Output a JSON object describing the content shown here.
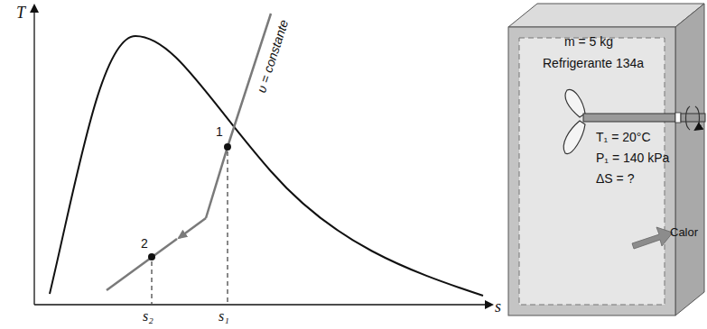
{
  "diagram": {
    "nodes": [
      {
        "text": [
          "m = 5 kg",
          "Refrigerante 134a",
          "T₁ = 20°C",
          "P₁ = 140 kPa",
          "ΔS = ?"
        ]
      }
    ],
    "labels": [
      "T",
      "1",
      "2",
      "s₂",
      "s₁",
      "s",
      "υ = constante",
      "Calor"
    ]
  }
}
